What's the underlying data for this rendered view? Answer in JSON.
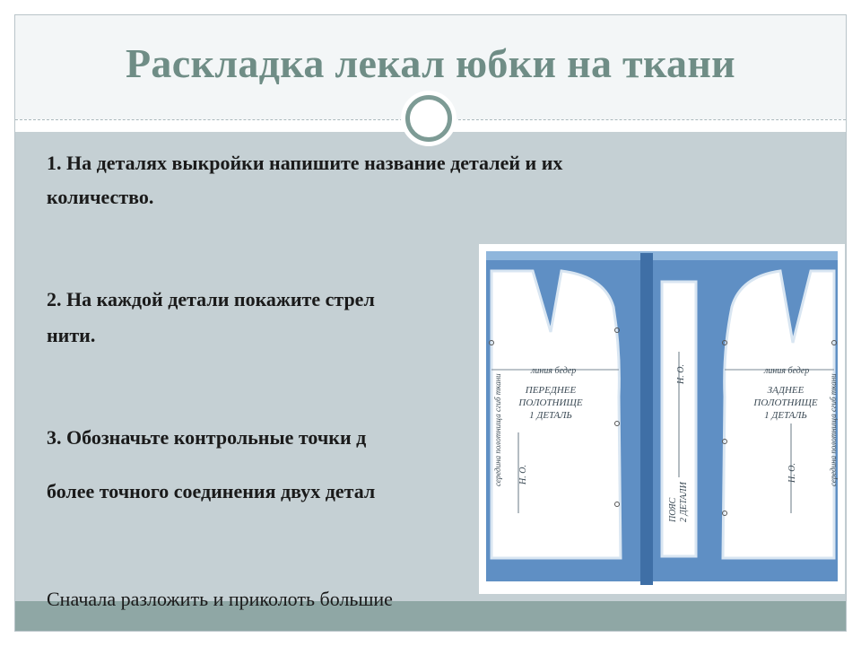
{
  "slide": {
    "title": "Раскладка лекал юбки на ткани",
    "item1_line1": "1. На деталях выкройки напишите название деталей и их",
    "item1_line2": "количество.",
    "item2_line1": "2. На каждой детали покажите стрел",
    "item2_line2": "нити.",
    "item3_line1": "3. Обозначьте контрольные точки д",
    "item3_line2": "более точного соединения двух детал",
    "note": "Сначала разложить и приколоть большие"
  },
  "pattern": {
    "left_hip": "линия бедер",
    "right_hip": "линия бедер",
    "front_line1": "ПЕРЕДНЕЕ",
    "front_line2": "ПОЛОТНИЩЕ",
    "front_line3": "1 ДЕТАЛЬ",
    "back_line1": "ЗАДНЕЕ",
    "back_line2": "ПОЛОТНИЩЕ",
    "back_line3": "1 ДЕТАЛЬ",
    "left_side_text": "середина полотнища сгиб ткани",
    "right_side_text": "середина полотнища сгиб ткани",
    "grain_left": "Н. О.",
    "grain_right": "Н. О.",
    "grain_belt": "Н. О.",
    "belt_line1": "ПОЯС",
    "belt_line2": "2 ДЕТАЛИ"
  },
  "colors": {
    "fabric": "#5f8fc4",
    "fabric_light": "#8fb6dc",
    "title": "#6f8d86",
    "content_bg": "#c5d0d4",
    "band": "#8fa7a5"
  }
}
